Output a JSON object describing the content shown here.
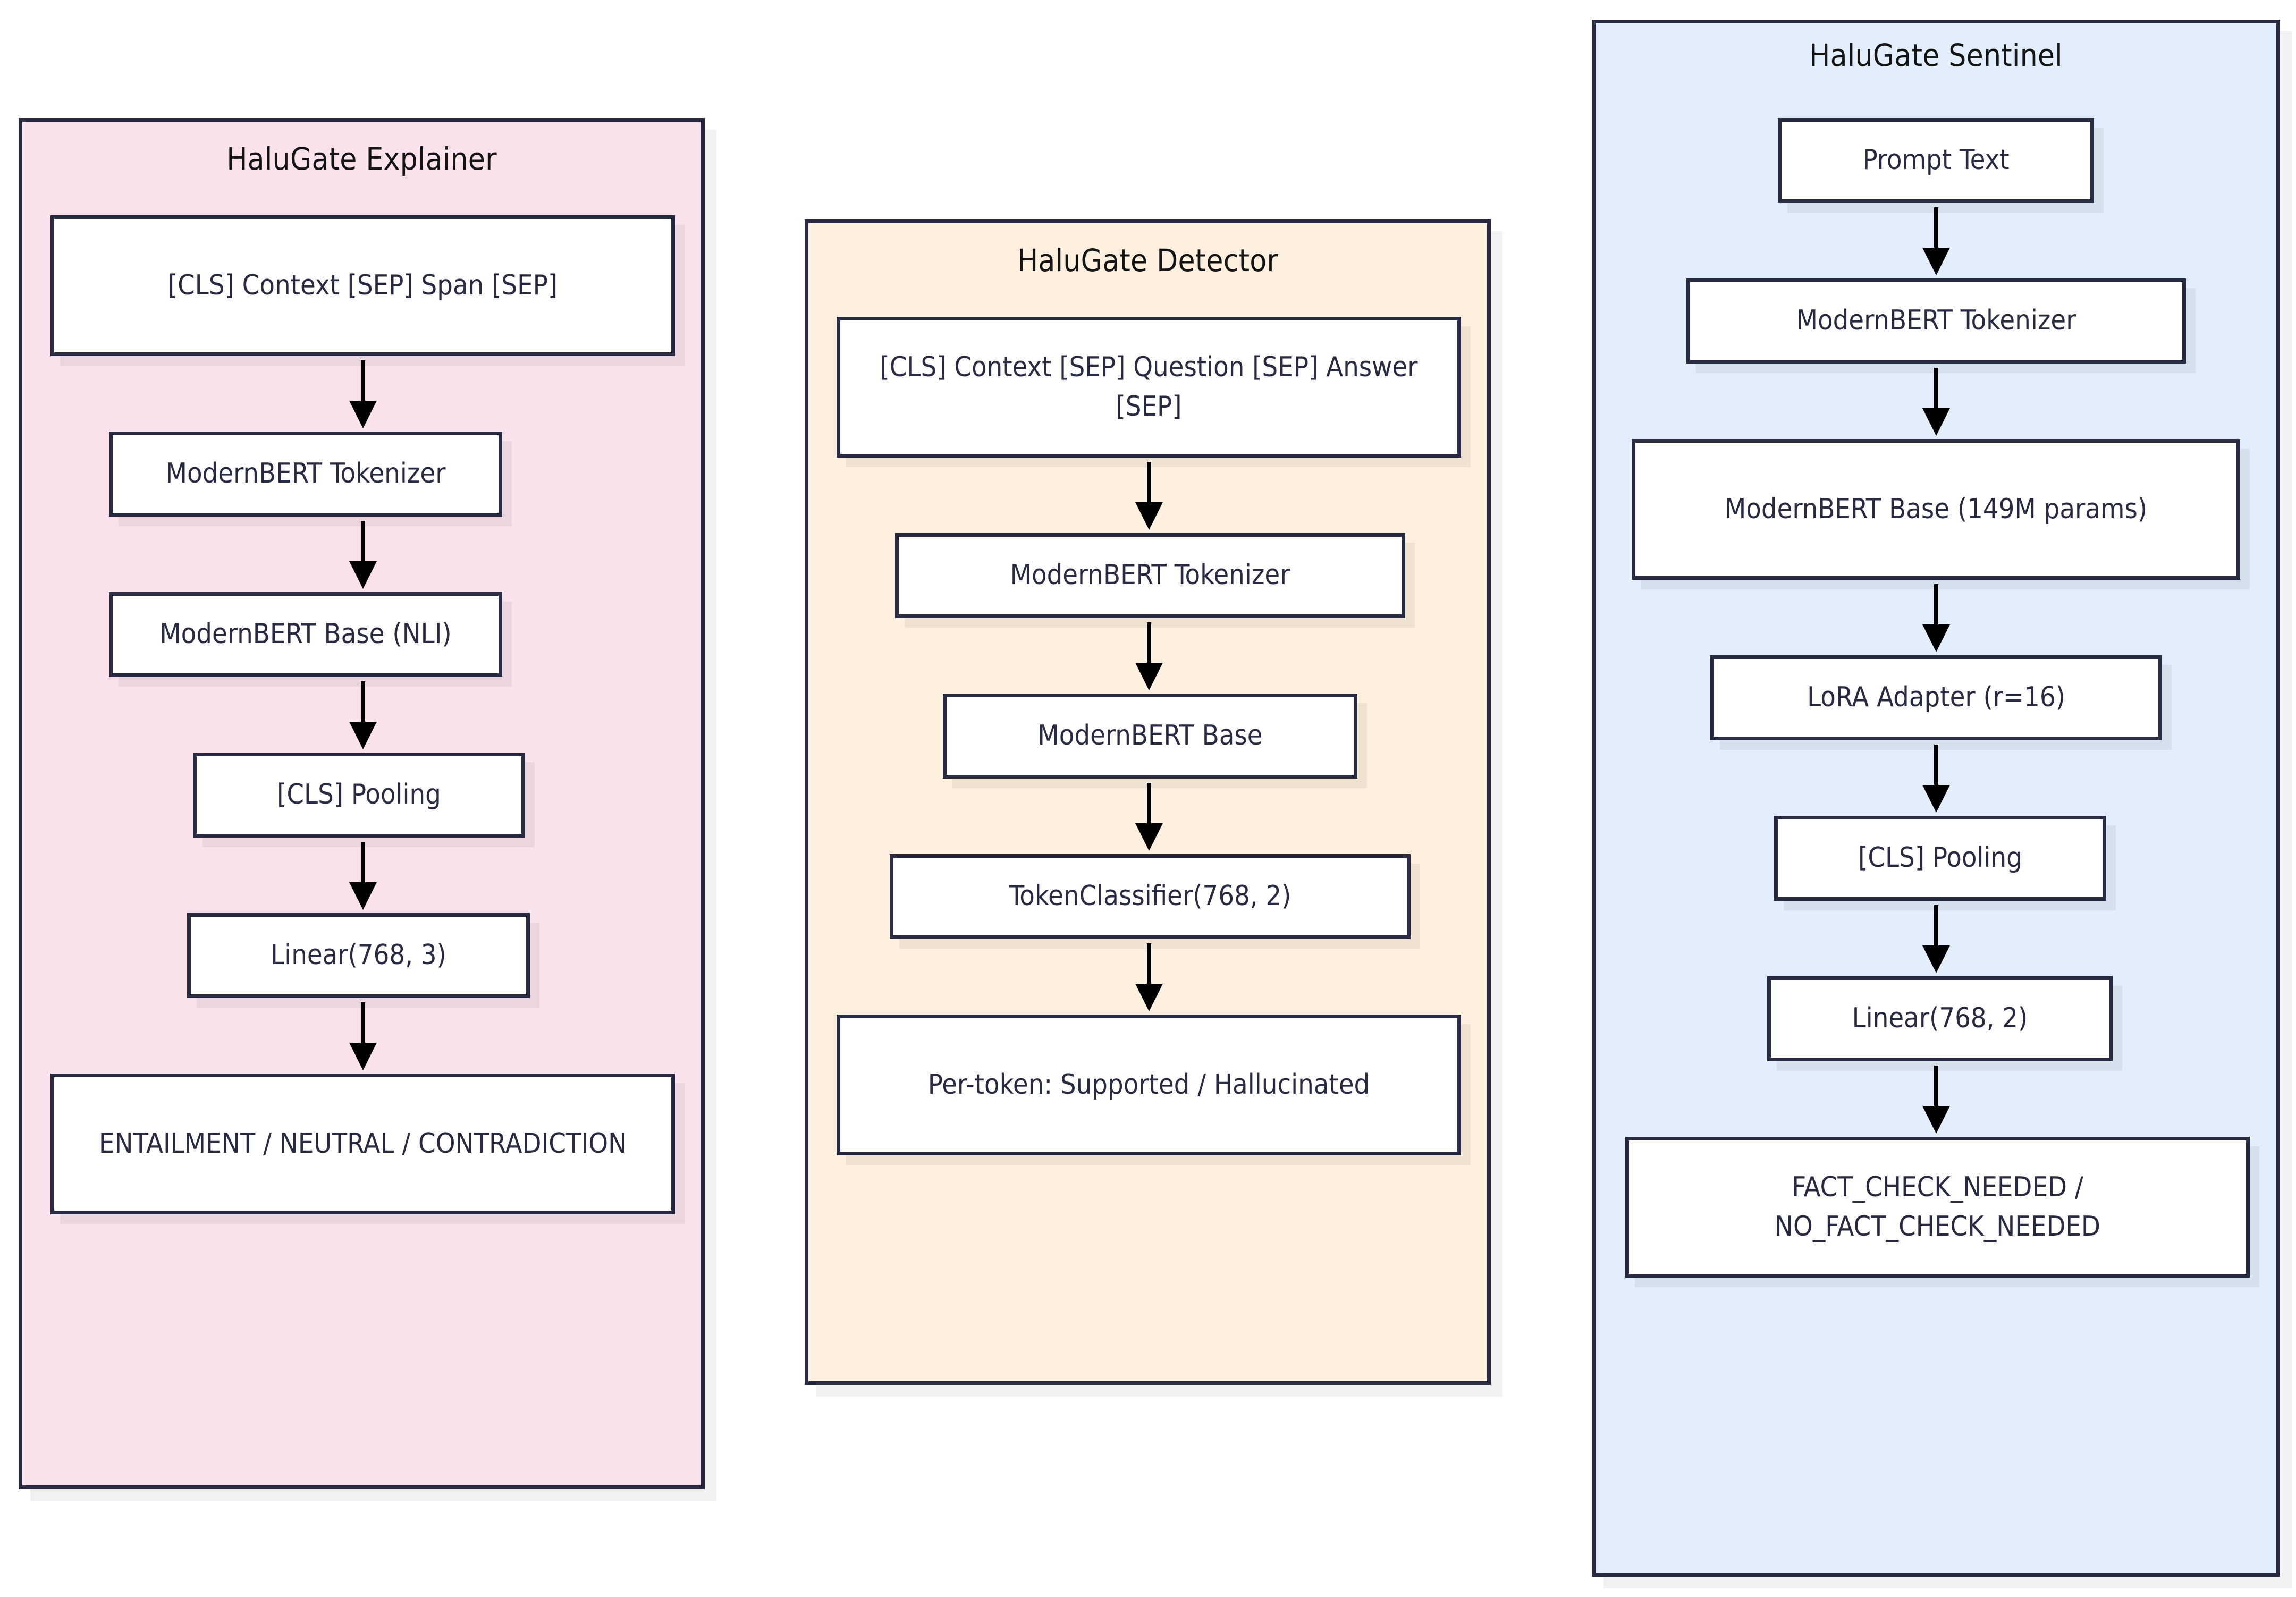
{
  "diagram": {
    "type": "flowchart",
    "title": "HaluGate model architectures",
    "background": "#ffffff",
    "node_border_color": "#272a40",
    "node_fill_color": "#ffffff",
    "arrow_color": "#000000"
  },
  "columns": [
    {
      "id": "explainer",
      "title": "HaluGate Explainer",
      "fill": "#f9e2ec",
      "nodes": [
        {
          "id": "exp-input",
          "label": "[CLS] Context [SEP] Span [SEP]"
        },
        {
          "id": "exp-tokenizer",
          "label": "ModernBERT Tokenizer"
        },
        {
          "id": "exp-base",
          "label": "ModernBERT Base (NLI)"
        },
        {
          "id": "exp-pooling",
          "label": "[CLS] Pooling"
        },
        {
          "id": "exp-linear",
          "label": "Linear(768, 3)"
        },
        {
          "id": "exp-output",
          "label": "ENTAILMENT / NEUTRAL / CONTRADICTION"
        }
      ]
    },
    {
      "id": "detector",
      "title": "HaluGate Detector",
      "fill": "#fdf0de",
      "nodes": [
        {
          "id": "det-input",
          "label": "[CLS] Context [SEP] Question [SEP] Answer [SEP]"
        },
        {
          "id": "det-tokenizer",
          "label": "ModernBERT Tokenizer"
        },
        {
          "id": "det-base",
          "label": "ModernBERT Base"
        },
        {
          "id": "det-head",
          "label": "TokenClassifier(768, 2)"
        },
        {
          "id": "det-output",
          "label": "Per-token: Supported / Hallucinated"
        }
      ]
    },
    {
      "id": "sentinel",
      "title": "HaluGate Sentinel",
      "fill": "#e2eefb",
      "nodes": [
        {
          "id": "sen-input",
          "label": "Prompt Text"
        },
        {
          "id": "sen-tokenizer",
          "label": "ModernBERT Tokenizer"
        },
        {
          "id": "sen-base",
          "label": "ModernBERT Base (149M params)"
        },
        {
          "id": "sen-lora",
          "label": "LoRA Adapter (r=16)"
        },
        {
          "id": "sen-pooling",
          "label": "[CLS] Pooling"
        },
        {
          "id": "sen-linear",
          "label": "Linear(768, 2)"
        },
        {
          "id": "sen-output",
          "label": "FACT_CHECK_NEEDED / NO_FACT_CHECK_NEEDED"
        }
      ]
    }
  ]
}
